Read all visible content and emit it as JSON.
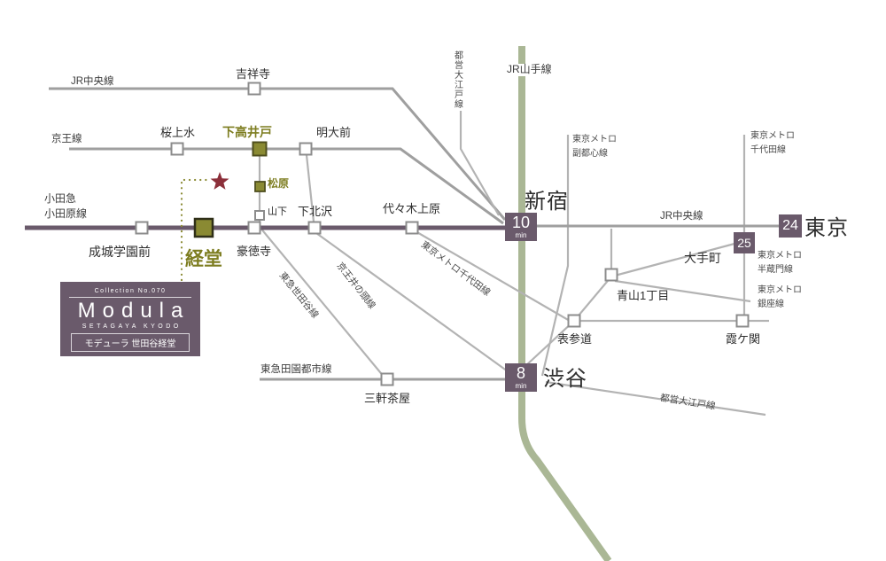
{
  "colors": {
    "line_purple": "#6a5a6b",
    "yamanote_green": "#aab795",
    "accent_olive": "#8a8a33",
    "star_red": "#8c2f3a",
    "line_gray": "#9f9f9f"
  },
  "stations": {
    "kichijoji": "吉祥寺",
    "sakurajosui": "桜上水",
    "shimotakaido": "下高井戸",
    "meidaimae": "明大前",
    "matsubara": "松原",
    "seijogakuenmae": "成城学園前",
    "kyodo": "経堂",
    "gotokuji": "豪徳寺",
    "yamashita": "山下",
    "shimokitazawa": "下北沢",
    "yoyogi_uehara": "代々木上原",
    "shinjuku": "新宿",
    "shibuya": "渋谷",
    "sangenjaya": "三軒茶屋",
    "aoyama_itchome": "青山1丁目",
    "omotesando": "表参道",
    "otemachi": "大手町",
    "kasumigaseki": "霞ケ関",
    "tokyo": "東京"
  },
  "line_labels": {
    "jr_chuo_left": "JR中央線",
    "keio": "京王線",
    "odakyu_l1": "小田急",
    "odakyu_l2": "小田原線",
    "jr_yamanote": "JR山手線",
    "toei_oedo_top": "都営大江戸線",
    "tokyu_setagaya": "東急世田谷線",
    "keio_inokashira": "京王井の頭線",
    "metro_chiyoda_diagonal": "東京メトロ千代田線",
    "tokyu_denentoshi": "東急田園都市線",
    "metro_fukutoshin_l1": "東京メトロ",
    "metro_fukutoshin_l2": "副都心線",
    "metro_chiyoda_l1": "東京メトロ",
    "metro_chiyoda_l2": "千代田線",
    "jr_chuo_right": "JR中央線",
    "metro_hanzomon_l1": "東京メトロ",
    "metro_hanzomon_l2": "半蔵門線",
    "metro_ginza_l1": "東京メトロ",
    "metro_ginza_l2": "銀座線",
    "toei_oedo_bottom": "都営大江戸線"
  },
  "travel_times": {
    "shinjuku": {
      "value": "10",
      "unit": "min"
    },
    "shibuya": {
      "value": "8",
      "unit": "min"
    },
    "tokyo": "24",
    "otemachi": "25"
  },
  "logo": {
    "collection": "Collection No.070",
    "brand": "Modula",
    "subtitle": "SETAGAYA KYODO",
    "name_jp": "モデューラ 世田谷経堂"
  }
}
